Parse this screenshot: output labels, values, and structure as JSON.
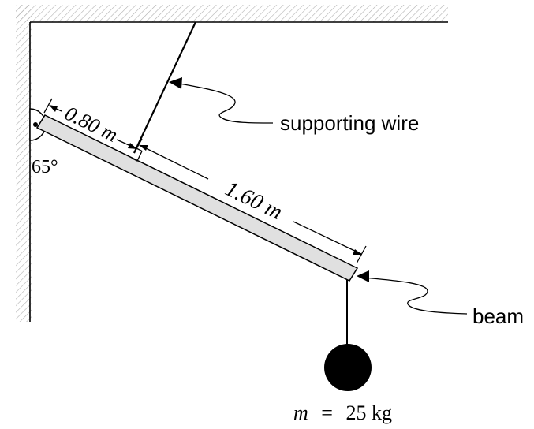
{
  "diagram": {
    "dimensions": {
      "short_length": "0.80 m",
      "long_length": "1.60 m"
    },
    "angle": "65°",
    "labels": {
      "wire": "supporting wire",
      "beam": "beam"
    },
    "mass": {
      "symbol": "m",
      "equals": "=",
      "value": "25 kg"
    },
    "colors": {
      "ink": "#000000",
      "beam_fill": "#e0e0e0",
      "hatch": "#b0b0b0"
    }
  }
}
